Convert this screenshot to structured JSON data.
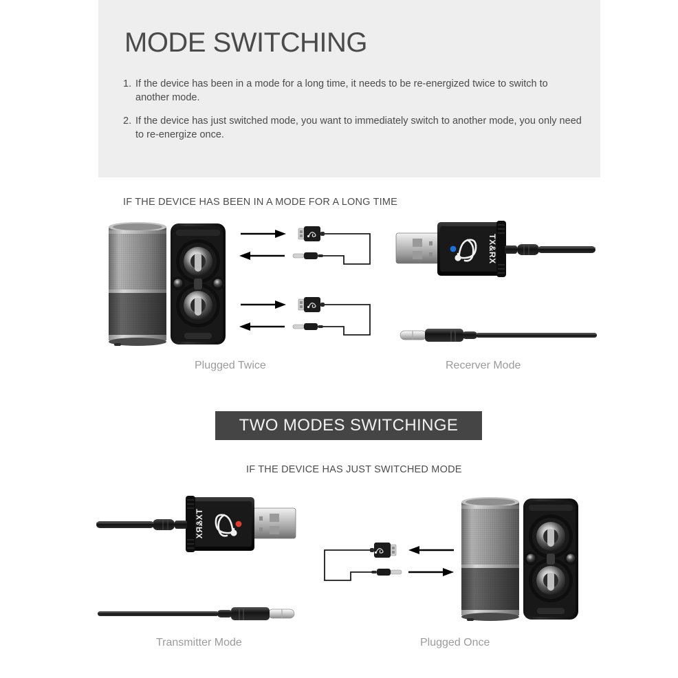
{
  "page": {
    "background_color": "#ffffff",
    "header_panel_color": "#eeeeee",
    "banner_color": "#454545",
    "text_color": "#4a4a4a",
    "caption_color": "#9b9b9b"
  },
  "header": {
    "title": "MODE SWITCHING",
    "notes": [
      {
        "number": "1.",
        "text": "If the device has been in a mode for a long time, it needs to be re-energized twice to switch to another mode."
      },
      {
        "number": "2.",
        "text": "If the device has just switched mode, you want to immediately switch to another mode, you only need to re-energize once."
      }
    ]
  },
  "sections": {
    "long_time": {
      "heading": "IF THE DEVICE HAS BEEN IN A MODE FOR A LONG TIME",
      "left_caption": "Plugged Twice",
      "right_caption": "Recerver Mode",
      "device_label": "TX&RX",
      "led_color": "#1e6fd9"
    },
    "banner": {
      "text": "TWO MODES SWITCHINGE"
    },
    "just_switched": {
      "heading": "IF THE DEVICE HAS JUST SWITCHED MODE",
      "left_caption": "Transmitter Mode",
      "right_caption": "Plugged Once",
      "device_label": "TX&RX",
      "led_color": "#e03b2f"
    }
  }
}
